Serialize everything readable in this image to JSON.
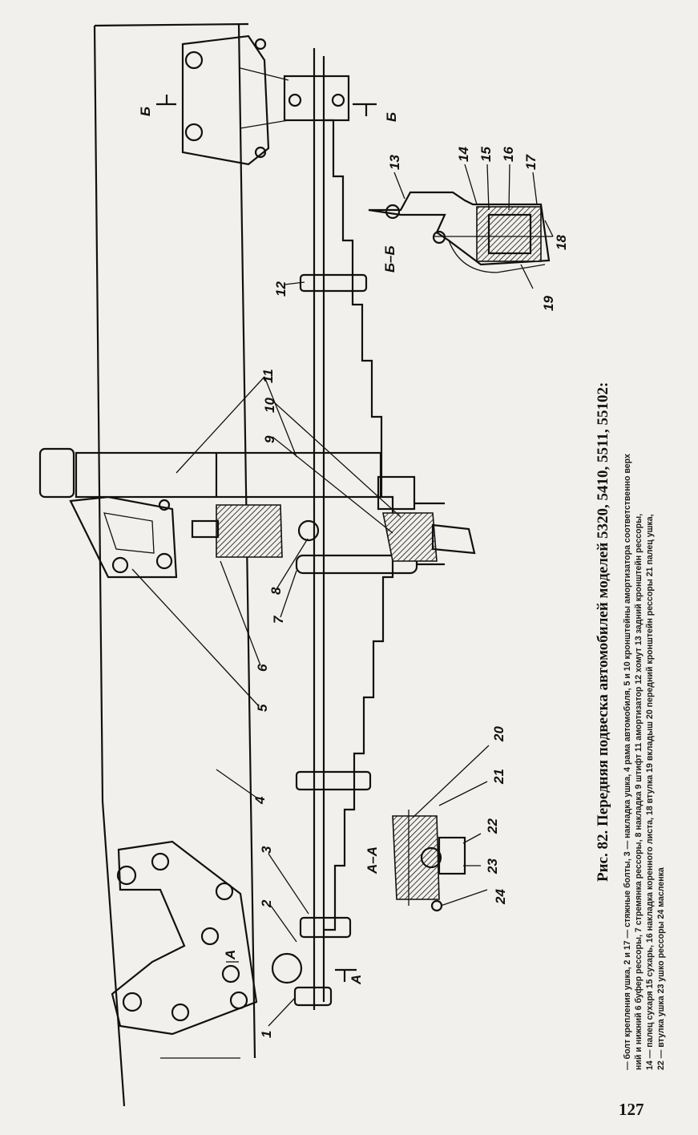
{
  "figure": {
    "labels": {
      "n1": "1",
      "n2": "2",
      "n3": "3",
      "n4": "4",
      "n5": "5",
      "n6": "6",
      "n7": "7",
      "n8": "8",
      "n9": "9",
      "n10": "10",
      "n11": "11",
      "n12": "12",
      "n13": "13",
      "n14": "14",
      "n15": "15",
      "n16": "16",
      "n17": "17",
      "n18": "18",
      "n19": "19",
      "n20": "20",
      "n21": "21",
      "n22": "22",
      "n23": "23",
      "n24": "24",
      "section_aa": "A–A",
      "section_bb": "Б–Б",
      "mark_a": "A",
      "mark_b": "Б"
    }
  },
  "caption": {
    "title": "Рис. 82. Передняя подвеска автомобилей моделей 5320, 5410, 5511, 55102:",
    "lines": [
      "— болт крепления ушка, 2 и 17 — стяжные болты, 3 — накладка ушка, 4   рама автомобиля, 5 и 10   кронштейны амортизатора соответственно верх",
      "ний и нижний  6   буфер рессоры, 7   стремянка рессоры, 8   накладка  9   штифт  11   амортизатор  12   хомут  13   задний кронштейн рессоры,",
      "14 — палец сухаря  15   сухарь, 16   накладка коренного листа, 18   втулка  19   вкладыш  20   передний кронштейн рессоры  21   палец ушка,",
      "22 — втулка ушка  23   ушко рессоры  24   масленка"
    ]
  },
  "page_number": "127"
}
